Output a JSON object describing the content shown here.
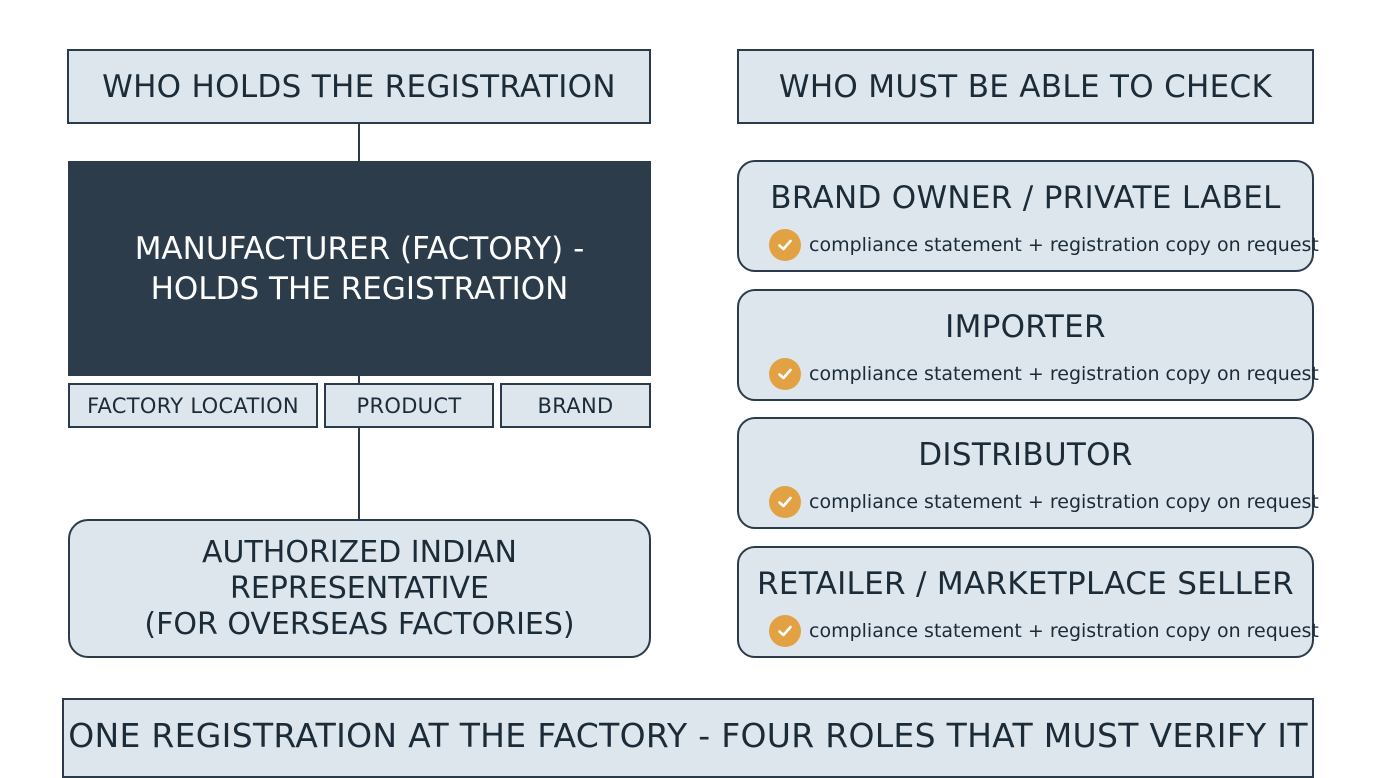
{
  "left_column": {
    "header": "WHO HOLDS THE REGISTRATION",
    "manufacturer_line1": "MANUFACTURER (FACTORY) -",
    "manufacturer_line2": "HOLDS THE REGISTRATION",
    "attributes": [
      "FACTORY LOCATION",
      "PRODUCT",
      "BRAND"
    ],
    "representative_line1": "AUTHORIZED INDIAN",
    "representative_line2": "REPRESENTATIVE",
    "representative_line3": "(FOR OVERSEAS FACTORIES)"
  },
  "right_column": {
    "header": "WHO MUST BE ABLE TO CHECK",
    "roles": [
      {
        "title": "BRAND OWNER / PRIVATE LABEL",
        "requirement": "compliance statement + registration copy on request",
        "icon": "check-circle-icon"
      },
      {
        "title": "IMPORTER",
        "requirement": "compliance statement + registration copy on request",
        "icon": "check-circle-icon"
      },
      {
        "title": "DISTRIBUTOR",
        "requirement": "compliance statement + registration copy on request",
        "icon": "check-circle-icon"
      },
      {
        "title": "RETAILER / MARKETPLACE SELLER",
        "requirement": "compliance statement + registration copy on request",
        "icon": "check-circle-icon"
      }
    ]
  },
  "footer": "ONE REGISTRATION AT THE FACTORY - FOUR ROLES THAT MUST VERIFY IT",
  "colors": {
    "box_fill": "#dde5ed",
    "dark_fill": "#2c3c4a",
    "border": "#2c3b4a",
    "check_accent": "#e2a243"
  }
}
